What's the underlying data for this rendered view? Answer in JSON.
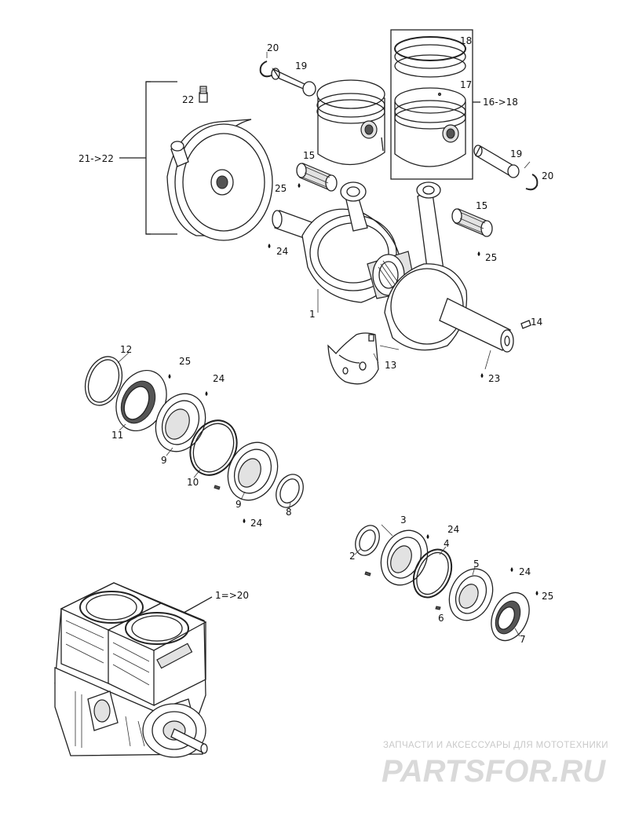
{
  "diagram": {
    "callouts": {
      "l1": "1",
      "l2": "2",
      "l3": "3",
      "l4": "4",
      "l5": "5",
      "l6": "6",
      "l7": "7",
      "l8": "8",
      "l9a": "9",
      "l9b": "9",
      "l10": "10",
      "l11": "11",
      "l12": "12",
      "l13": "13",
      "l14": "14",
      "l15a": "15",
      "l15b": "15",
      "l16_18": "16->18",
      "l17": "17",
      "l18": "18",
      "l19a": "19",
      "l19b": "19",
      "l20a": "20",
      "l20b": "20",
      "l21_22": "21->22",
      "l22": "22",
      "l23": "23",
      "l24a": "24",
      "l24b": "24",
      "l24c": "24",
      "l24d": "24",
      "l24e": "24",
      "l25a": "25",
      "l25b": "25",
      "l25c": "25",
      "l25d": "25",
      "l1_20": "1=>20"
    }
  },
  "watermark": {
    "tagline": "ЗАПЧАСТИ И АКСЕССУАРЫ ДЛЯ МОТОТЕХНИКИ",
    "logo": "PARTSFOR.RU",
    "color": "#d9d9d9"
  }
}
